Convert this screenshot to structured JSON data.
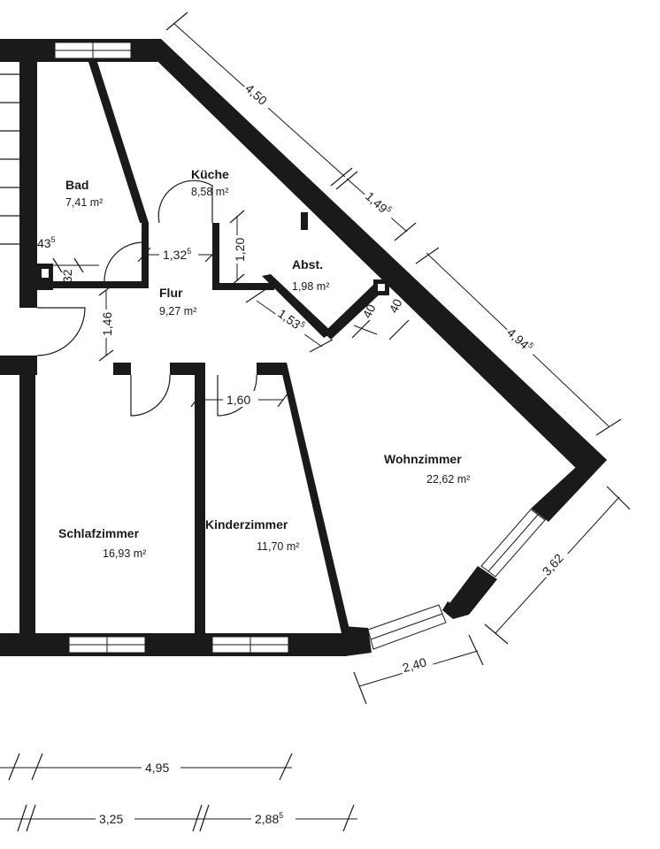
{
  "rooms": {
    "bad": {
      "name": "Bad",
      "area": "7,41 m²"
    },
    "kueche": {
      "name": "Küche",
      "area": "8,58 m²"
    },
    "abst": {
      "name": "Abst.",
      "area": "1,98 m²"
    },
    "flur": {
      "name": "Flur",
      "area": "9,27 m²"
    },
    "wohnzimmer": {
      "name": "Wohnzimmer",
      "area": "22,62 m²"
    },
    "schlafzimmer": {
      "name": "Schlafzimmer",
      "area": "16,93 m²"
    },
    "kinderzimmer": {
      "name": "Kinderzimmer",
      "area": "11,70 m²"
    }
  },
  "dimensions": {
    "diag_top_main": "4,50",
    "diag_mid_main": "1,49",
    "diag_mid_sup": "5",
    "diag_lower_main": "4,94",
    "diag_lower_sup": "5",
    "bay_right": "3,62",
    "bay_bottom": "2,40",
    "flur_small_main": "1,32",
    "flur_small_sup": "5",
    "kueche_wall": "1,20",
    "abst_wall_main": "1,53",
    "abst_wall_sup": "5",
    "abst_40_a": "40",
    "abst_40_b": "40",
    "left_43_main": "43",
    "left_43_sup": "5",
    "left_32": "32",
    "flur_height": "1,46",
    "kinder_door": "1,60",
    "bottom_total": "4,95",
    "bottom_a": "3,25",
    "bottom_b_main": "2,88",
    "bottom_b_sup": "5"
  }
}
